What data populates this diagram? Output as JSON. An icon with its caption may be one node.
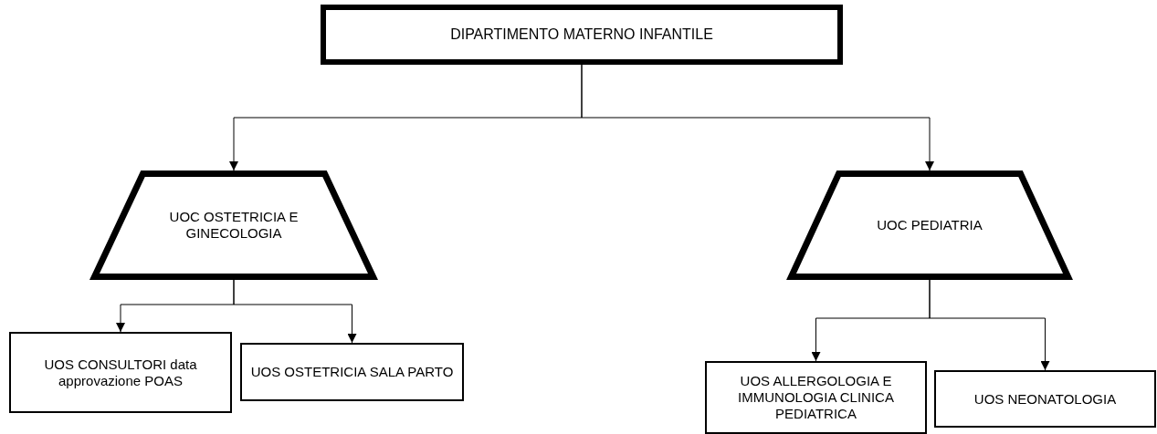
{
  "diagram": {
    "nodes": [
      {
        "text": [
          "DIPARTIMENTO MATERNO INFANTILE"
        ]
      },
      {
        "text": [
          "UOC OSTETRICIA E GINECOLOGIA"
        ]
      },
      {
        "text": [
          "UOC PEDIATRIA"
        ]
      },
      {
        "text": [
          "UOS CONSULTORI data approvazione POAS"
        ]
      },
      {
        "text": [
          "UOS OSTETRICIA SALA PARTO"
        ]
      },
      {
        "text": [
          "UOS ALLERGOLOGIA E IMMUNOLOGIA CLINICA PEDIATRICA"
        ]
      },
      {
        "text": [
          "UOS NEONATOLOGIA"
        ]
      }
    ],
    "edges": [
      {
        "from": 0,
        "to": 1,
        "arrow": "to"
      },
      {
        "from": 0,
        "to": 2,
        "arrow": "to"
      },
      {
        "from": 1,
        "to": 3,
        "arrow": "to"
      },
      {
        "from": 1,
        "to": 4,
        "arrow": "to"
      },
      {
        "from": 2,
        "to": 5,
        "arrow": "to"
      },
      {
        "from": 2,
        "to": 6,
        "arrow": "to"
      }
    ]
  }
}
